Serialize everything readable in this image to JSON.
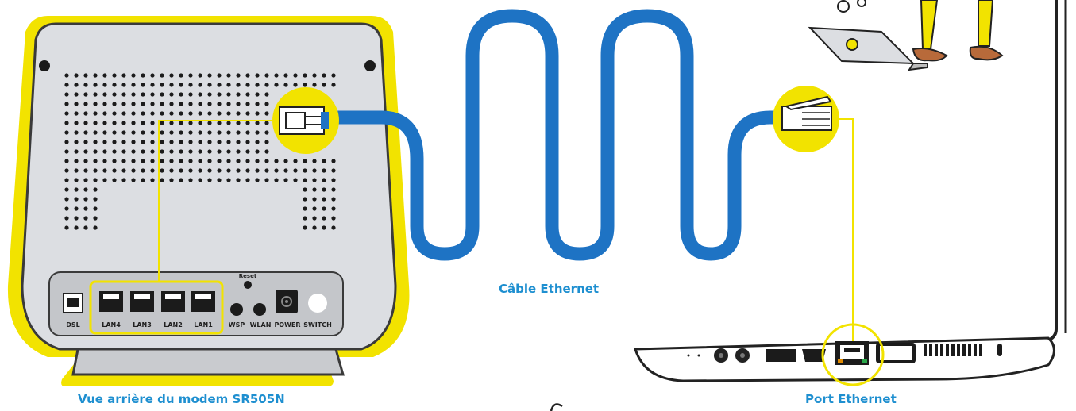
{
  "captions": {
    "modem_back": "Vue arrière du modem SR505N",
    "cable": "Câble Ethernet",
    "port": "Port Ethernet"
  },
  "modem_ports": {
    "dsl": "DSL",
    "lan4": "LAN4",
    "lan3": "LAN3",
    "lan2": "LAN2",
    "lan1": "LAN1",
    "wps": "WSP",
    "wlan": "WLAN",
    "power": "POWER",
    "switch": "SWITCH",
    "reset": "Reset"
  },
  "colors": {
    "highlight_yellow": "#f2e300",
    "cable_blue": "#1e73c4",
    "caption_blue": "#1e8fd0",
    "modem_grey": "#dcdee2",
    "dark_grey": "#3a3a3a"
  },
  "icons": {
    "connector": "rj45-plug-icon",
    "port": "ethernet-port-icon",
    "laptop": "laptop-icon",
    "person": "person-legs-icon"
  }
}
